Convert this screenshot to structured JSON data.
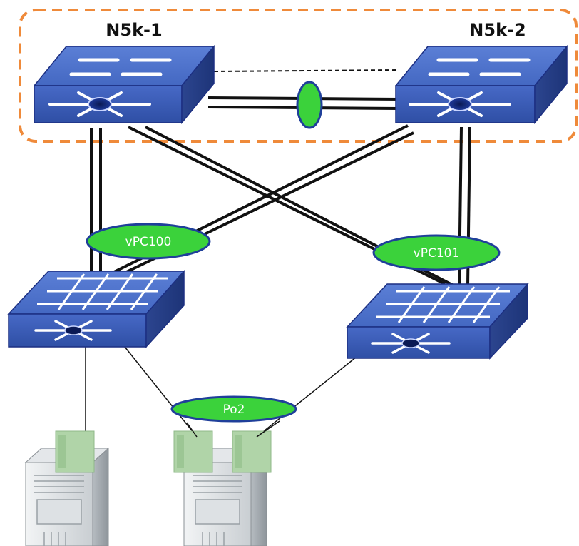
{
  "switches": {
    "core_left": {
      "label": "N5k-1",
      "icon": "nexus-5000-switch-icon"
    },
    "core_right": {
      "label": "N5k-2",
      "icon": "nexus-5000-switch-icon"
    },
    "access_left": {
      "icon": "fabric-extender-switch-icon"
    },
    "access_right": {
      "icon": "fabric-extender-switch-icon"
    }
  },
  "bundles": {
    "vpc_left": "vPC100",
    "vpc_right": "vPC101",
    "host_portchannel": "Po2"
  },
  "servers": {
    "left": {
      "icon": "server-tower-icon",
      "nics": 1
    },
    "right": {
      "icon": "server-tower-icon",
      "nics": 2
    }
  },
  "colors": {
    "switch_blue": "#3f5fb5",
    "switch_dark": "#1c2f82",
    "bundle_green": "#3bd23b",
    "bundle_border": "#1f3f9a",
    "vpc_domain_border": "#ef8a3a",
    "nic_green": "#b0d4a8",
    "server_gray": "#cfd4d8"
  }
}
